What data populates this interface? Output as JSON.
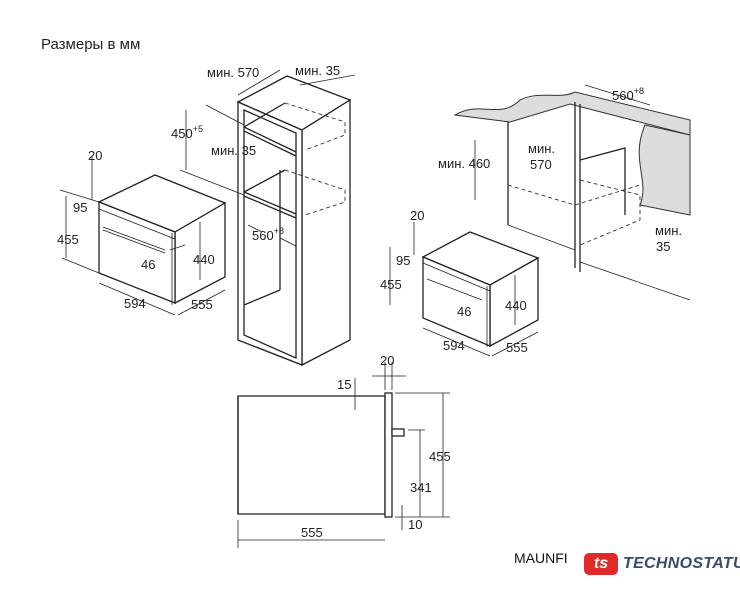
{
  "title": "Размеры в мм",
  "left_oven": {
    "d20": "20",
    "d95": "95",
    "d455": "455",
    "d440": "440",
    "d46": "46",
    "d594": "594",
    "d555": "555"
  },
  "tall_cabinet": {
    "min570": "мин. 570",
    "min35_top": "мин. 35",
    "d450": "450",
    "d450_tol": "+5",
    "min35_mid": "мин. 35",
    "d560": "560",
    "d560_tol": "+8"
  },
  "under_counter": {
    "d560": "560",
    "d560_tol": "+8",
    "min460": "мин. 460",
    "min570_a": "мин.",
    "min570_b": "570",
    "min35_a": "мин.",
    "min35_b": "35"
  },
  "right_oven": {
    "d20": "20",
    "d95": "95",
    "d455": "455",
    "d440": "440",
    "d46": "46",
    "d594": "594",
    "d555": "555"
  },
  "side_view": {
    "d20": "20",
    "d15": "15",
    "d455": "455",
    "d341": "341",
    "d10": "10",
    "d555": "555"
  },
  "footer": {
    "maker": "MAUNFI",
    "logo_mark": "ts",
    "logo_name": "TECHNOSTATUS"
  }
}
